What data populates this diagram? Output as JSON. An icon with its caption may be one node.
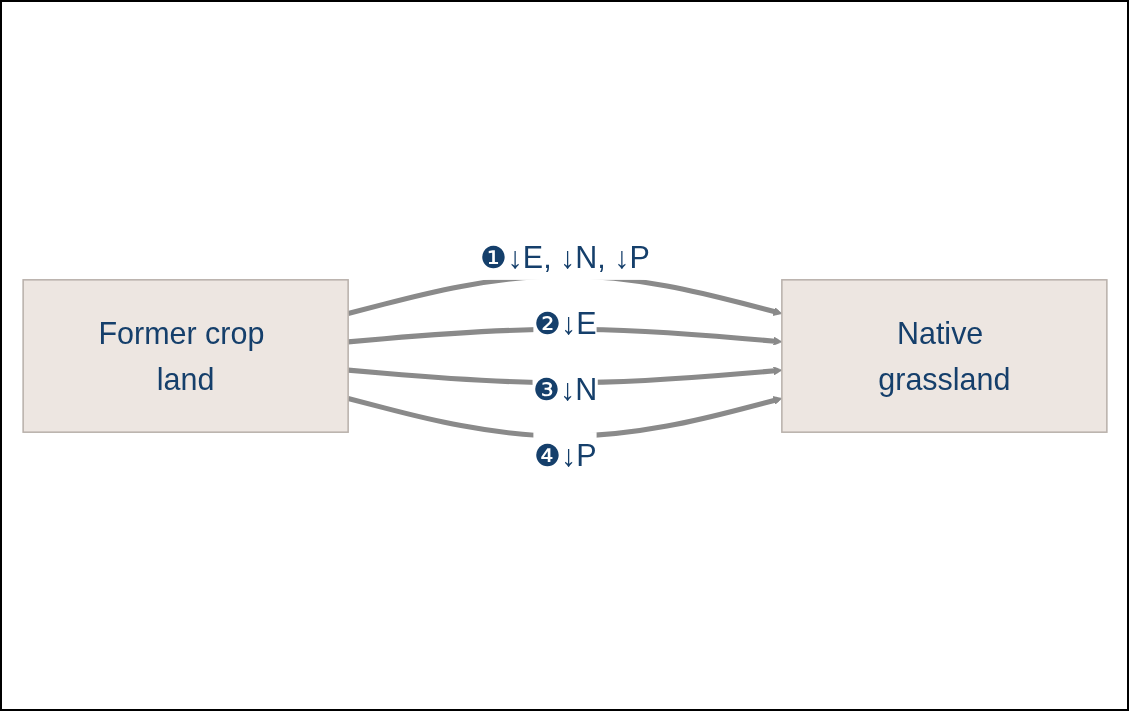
{
  "diagram": {
    "nodes": [
      {
        "text": [
          "Native grassland"
        ]
      },
      {
        "text": [
          "Former crop land"
        ]
      }
    ],
    "edges": [
      {
        "from": 1,
        "to": 0,
        "arrow": "to",
        "label": "❶↓E, ↓N, ↓P"
      },
      {
        "from": 1,
        "to": 0,
        "arrow": "to",
        "label": "❷↓E"
      },
      {
        "from": 1,
        "to": 0,
        "arrow": "to",
        "label": "❸↓N"
      },
      {
        "from": 1,
        "to": 0,
        "arrow": "to",
        "label": "❹↓P"
      }
    ]
  }
}
